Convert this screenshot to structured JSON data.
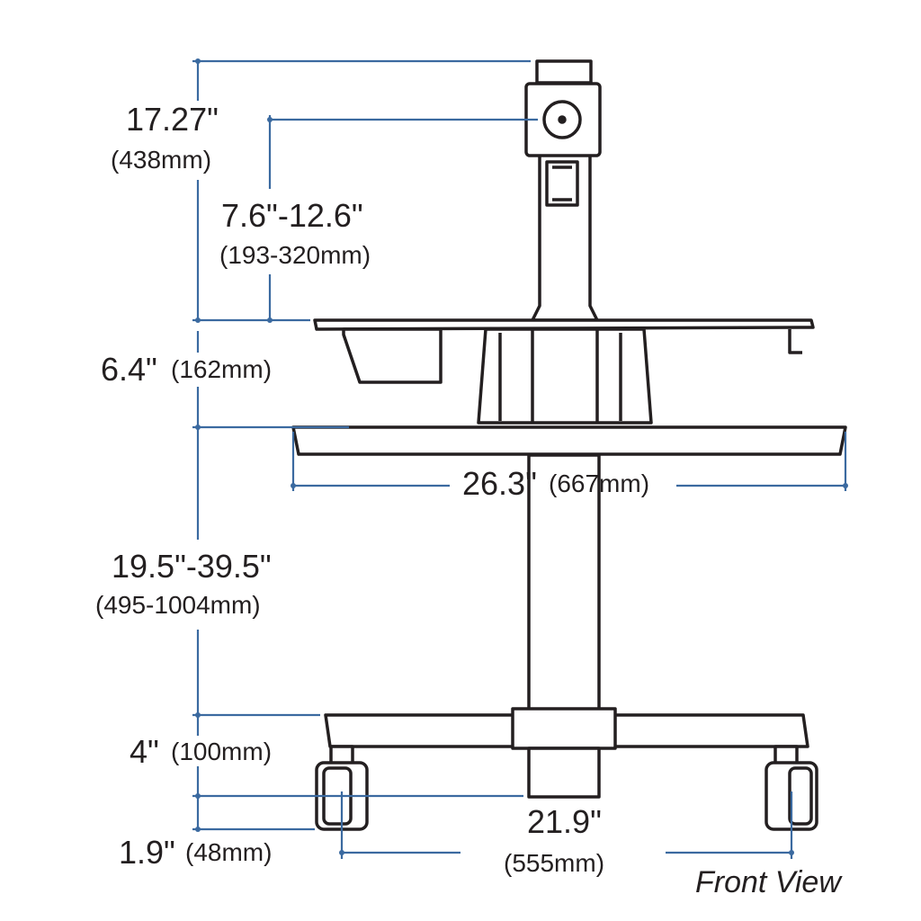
{
  "colors": {
    "dimension_line": "#3b6aa0",
    "outline": "#231f20",
    "fill": "#ffffff"
  },
  "caption": "Front View",
  "dimensions": {
    "overall_top": {
      "imperial": "17.27\"",
      "metric": "(438mm)"
    },
    "monitor_range": {
      "imperial": "7.6\"-12.6\"",
      "metric": "(193-320mm)"
    },
    "upper_gap": {
      "imperial": "6.4\"",
      "metric": "(162mm)"
    },
    "worksurface_width": {
      "imperial": "26.3\"",
      "metric": "(667mm)"
    },
    "height_range": {
      "imperial": "19.5\"-39.5\"",
      "metric": "(495-1004mm)"
    },
    "base_height": {
      "imperial": "4\"",
      "metric": "(100mm)"
    },
    "caster_height": {
      "imperial": "1.9\"",
      "metric": "(48mm)"
    },
    "base_width": {
      "imperial": "21.9\"",
      "metric": "(555mm)"
    }
  }
}
